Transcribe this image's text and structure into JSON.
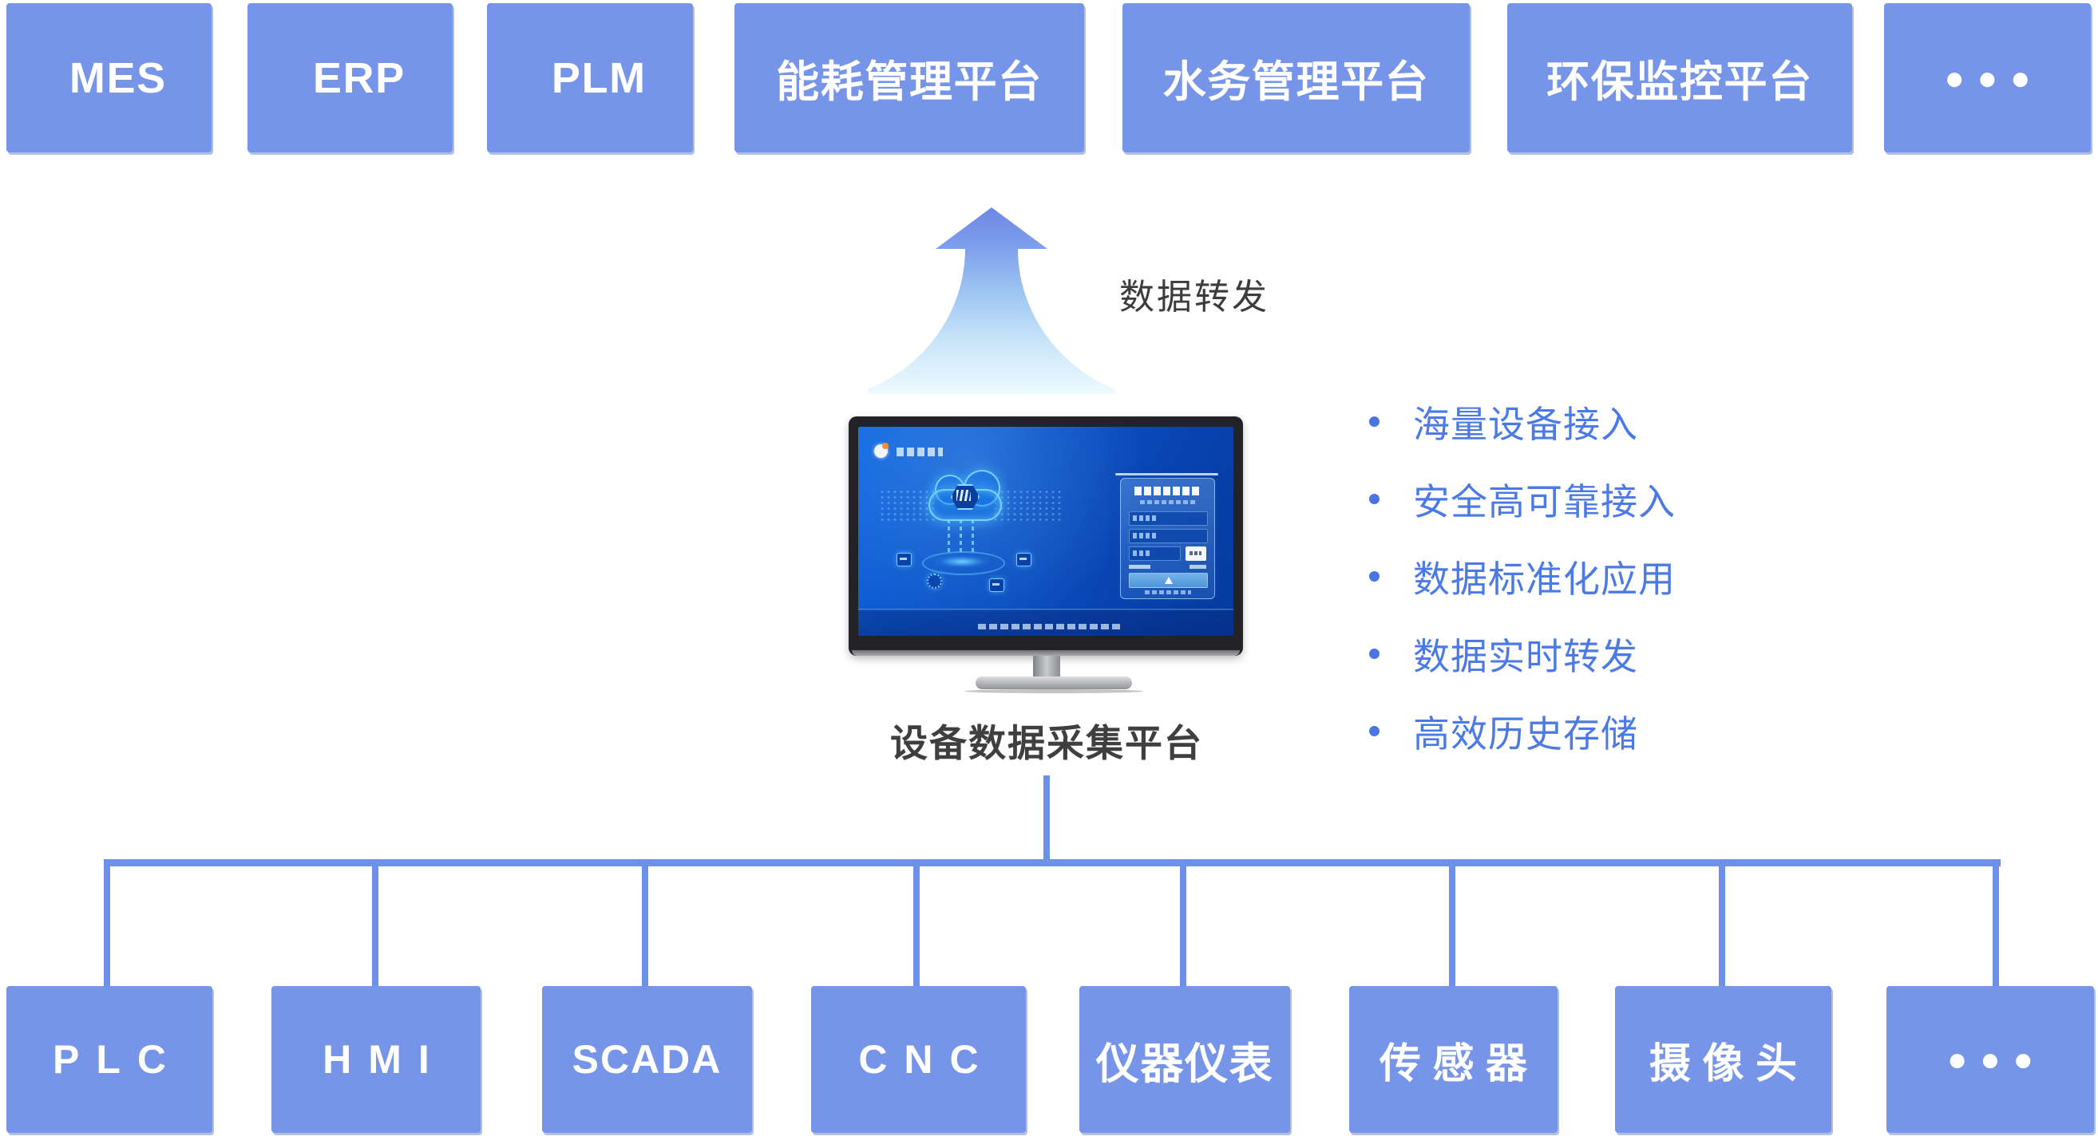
{
  "diagram": {
    "top_platforms": [
      {
        "label": "MES"
      },
      {
        "label": "ERP"
      },
      {
        "label": "PLM"
      },
      {
        "label": "能耗管理平台"
      },
      {
        "label": "水务管理平台"
      },
      {
        "label": "环保监控平台"
      },
      {
        "label": "●●●"
      }
    ],
    "bottom_devices": [
      {
        "label": "PLC"
      },
      {
        "label": "HMI"
      },
      {
        "label": "SCADA"
      },
      {
        "label": "CNC"
      },
      {
        "label": "仪器仪表"
      },
      {
        "label": "传感器"
      },
      {
        "label": "摄像头"
      },
      {
        "label": "●●●"
      }
    ],
    "arrow_label": "数据转发",
    "monitor_label": "设备数据采集平台",
    "features": [
      "海量设备接入",
      "安全高可靠接入",
      "数据标准化应用",
      "数据实时转发",
      "高效历史存储"
    ],
    "colors": {
      "node_blue": "#7795e8",
      "connector_blue": "#6d90e8",
      "feature_blue": "#4b7ae6",
      "caption_dark": "#3c3c3c",
      "screen_blue": "#0a50c4"
    }
  }
}
